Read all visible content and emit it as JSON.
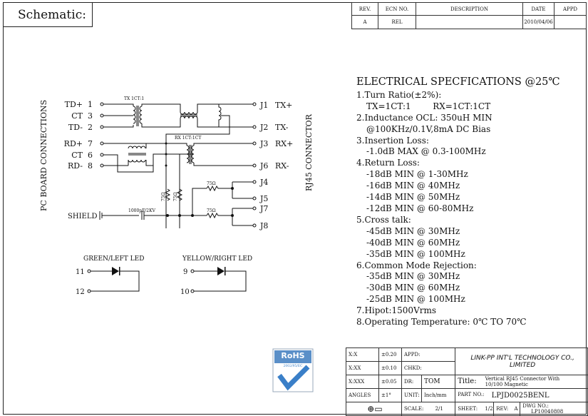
{
  "header": {
    "title": "Schematic:"
  },
  "revision_table": {
    "headers": [
      "REV.",
      "ECN NO.",
      "DESCRIPTION",
      "DATE",
      "APPD"
    ],
    "rows": [
      [
        "A",
        "REL",
        "",
        "2010/04/06",
        ""
      ]
    ]
  },
  "schematic": {
    "left_side_label": "PC BOARD CONNECTIONS",
    "right_side_label": "RJ45 CONNECTOR",
    "tx_label": "TX 1CT:1",
    "rx_label": "RX 1CT:1CT",
    "pins_left": [
      {
        "name": "TD+",
        "num": "1"
      },
      {
        "name": "CT",
        "num": "3"
      },
      {
        "name": "TD-",
        "num": "2"
      },
      {
        "name": "RD+",
        "num": "7"
      },
      {
        "name": "CT",
        "num": "6"
      },
      {
        "name": "RD-",
        "num": "8"
      }
    ],
    "pins_right": [
      {
        "name": "J1",
        "sig": "TX+"
      },
      {
        "name": "J2",
        "sig": "TX-"
      },
      {
        "name": "J3",
        "sig": "RX+"
      },
      {
        "name": "J6",
        "sig": "RX-"
      },
      {
        "name": "J4",
        "sig": ""
      },
      {
        "name": "J5",
        "sig": ""
      },
      {
        "name": "J7",
        "sig": ""
      },
      {
        "name": "J8",
        "sig": ""
      }
    ],
    "shield": "SHIELD",
    "capacitor": "1000pF/2KV",
    "resistor": "75Ω",
    "led_green": {
      "label": "GREEN/LEFT LED",
      "pin_a": "11",
      "pin_b": "12"
    },
    "led_yellow": {
      "label": "YELLOW/RIGHT LED",
      "pin_a": "9",
      "pin_b": "10"
    }
  },
  "specs": {
    "title": "ELECTRICAL SPECFICATIONS @25℃",
    "items": [
      {
        "label": "1.Turn Ratio(±2%):",
        "lines": [
          "TX=1CT:1        RX=1CT:1CT"
        ]
      },
      {
        "label": "2.Inductance OCL: 350uH MIN",
        "lines": [
          "@100KHz/0.1V,8mA DC Bias"
        ]
      },
      {
        "label": "3.Insertion Loss:",
        "lines": [
          "-1.0dB MAX @ 0.3-100MHz"
        ]
      },
      {
        "label": "4.Return Loss:",
        "lines": [
          "-18dB MIN @ 1-30MHz",
          "-16dB MIN @ 40MHz",
          "-14dB MIN @ 50MHz",
          "-12dB MIN @ 60-80MHz"
        ]
      },
      {
        "label": "5.Cross talk:",
        "lines": [
          "-45dB MIN @ 30MHz",
          "-40dB MIN @ 60MHz",
          "-35dB MIN @ 100MHz"
        ]
      },
      {
        "label": "6.Common Mode Rejection:",
        "lines": [
          "-35dB MIN @ 30MHz",
          "-30dB MIN @ 60MHz",
          "-25dB MIN @ 100MHz"
        ]
      },
      {
        "label": "7.Hipot:1500Vrms",
        "lines": []
      },
      {
        "label": "8.Operating Temperature: 0℃ TO 70℃",
        "lines": []
      }
    ]
  },
  "rohs": {
    "text": "RoHS",
    "sub": "2002/95/EC"
  },
  "title_block": {
    "tolerances": [
      [
        "X:X",
        "±0.20"
      ],
      [
        "X:XX",
        "±0.10"
      ],
      [
        "X:XXX",
        "±0.05"
      ],
      [
        "ANGLES",
        "±1°"
      ]
    ],
    "appd_label": "APPD:",
    "chkd_label": "CHKD:",
    "dr_label": "DR:",
    "dr_value": "TOM",
    "unit_label": "UNIT:",
    "unit_value": "Inch/mm",
    "company": "LINK-PP INT'L TECHNOLOGY CO., LIMITED",
    "title_label": "Title:",
    "title_value": "Vertical RJ45 Connector With 10/100 Magnetic",
    "part_label": "PART NO.:",
    "part_value": "LPJD0025BENL",
    "scale_label": "SCALE:",
    "scale_value": "2/1",
    "sheet_label": "SHEET:",
    "sheet_value": "1/2",
    "rev_label": "REV:",
    "rev_value": "A",
    "dwg_label": "DWG NO.:",
    "dwg_value": "LP10040808"
  }
}
